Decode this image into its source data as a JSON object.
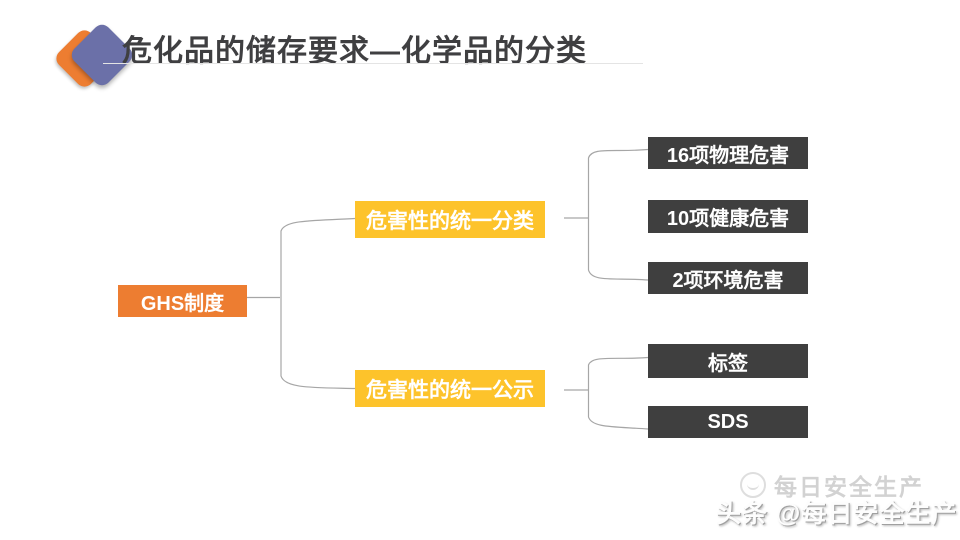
{
  "slide": {
    "title": "危化品的储存要求—化学品的分类"
  },
  "diagram": {
    "root": {
      "label": "GHS制度"
    },
    "branches": [
      {
        "label": "危害性的统一分类",
        "children": [
          {
            "label": "16项物理危害"
          },
          {
            "label": "10项健康危害"
          },
          {
            "label": "2项环境危害"
          }
        ]
      },
      {
        "label": "危害性的统一公示",
        "children": [
          {
            "label": "标签"
          },
          {
            "label": "SDS"
          }
        ]
      }
    ]
  },
  "watermark": {
    "byline": "每日安全生产",
    "credit": "头条 @每日安全生产"
  },
  "colors": {
    "root_box": "#ED7D31",
    "branch_box": "#FDC32B",
    "leaf_box": "#3F3F3F",
    "connector": "#A6A6A6",
    "title_text": "#3F3F41",
    "logo_orange": "#ED7D31",
    "logo_purple": "#6B70A8"
  }
}
